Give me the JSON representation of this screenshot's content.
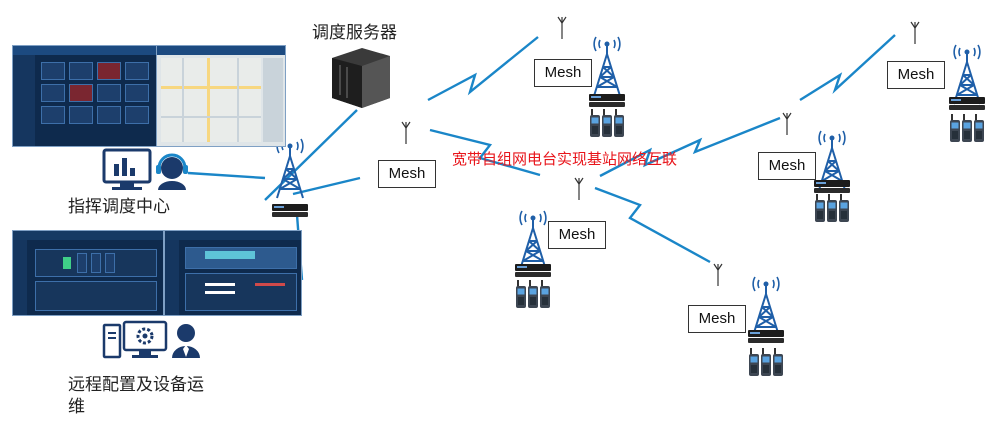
{
  "labels": {
    "dispatch_server": "调度服务器",
    "dispatch_center": "指挥调度中心",
    "remote_ops_line1": "远程配置及设备运",
    "remote_ops_line2": "维",
    "headline": "宽带自组网电台实现基站网络互联"
  },
  "mesh_nodes": [
    "Mesh",
    "Mesh",
    "Mesh",
    "Mesh",
    "Mesh",
    "Mesh"
  ],
  "colors": {
    "link_blue": "#1a86c8",
    "headline_red": "#e8151b",
    "tower_blue": "#1f5fa8",
    "icon_navy": "#1b3a6b"
  },
  "icons": [
    "monitor-chart-icon",
    "headset-operator-icon",
    "computer-gear-icon",
    "user-icon",
    "server-tower-icon",
    "radio-tower-icon",
    "handheld-radio-icon"
  ]
}
